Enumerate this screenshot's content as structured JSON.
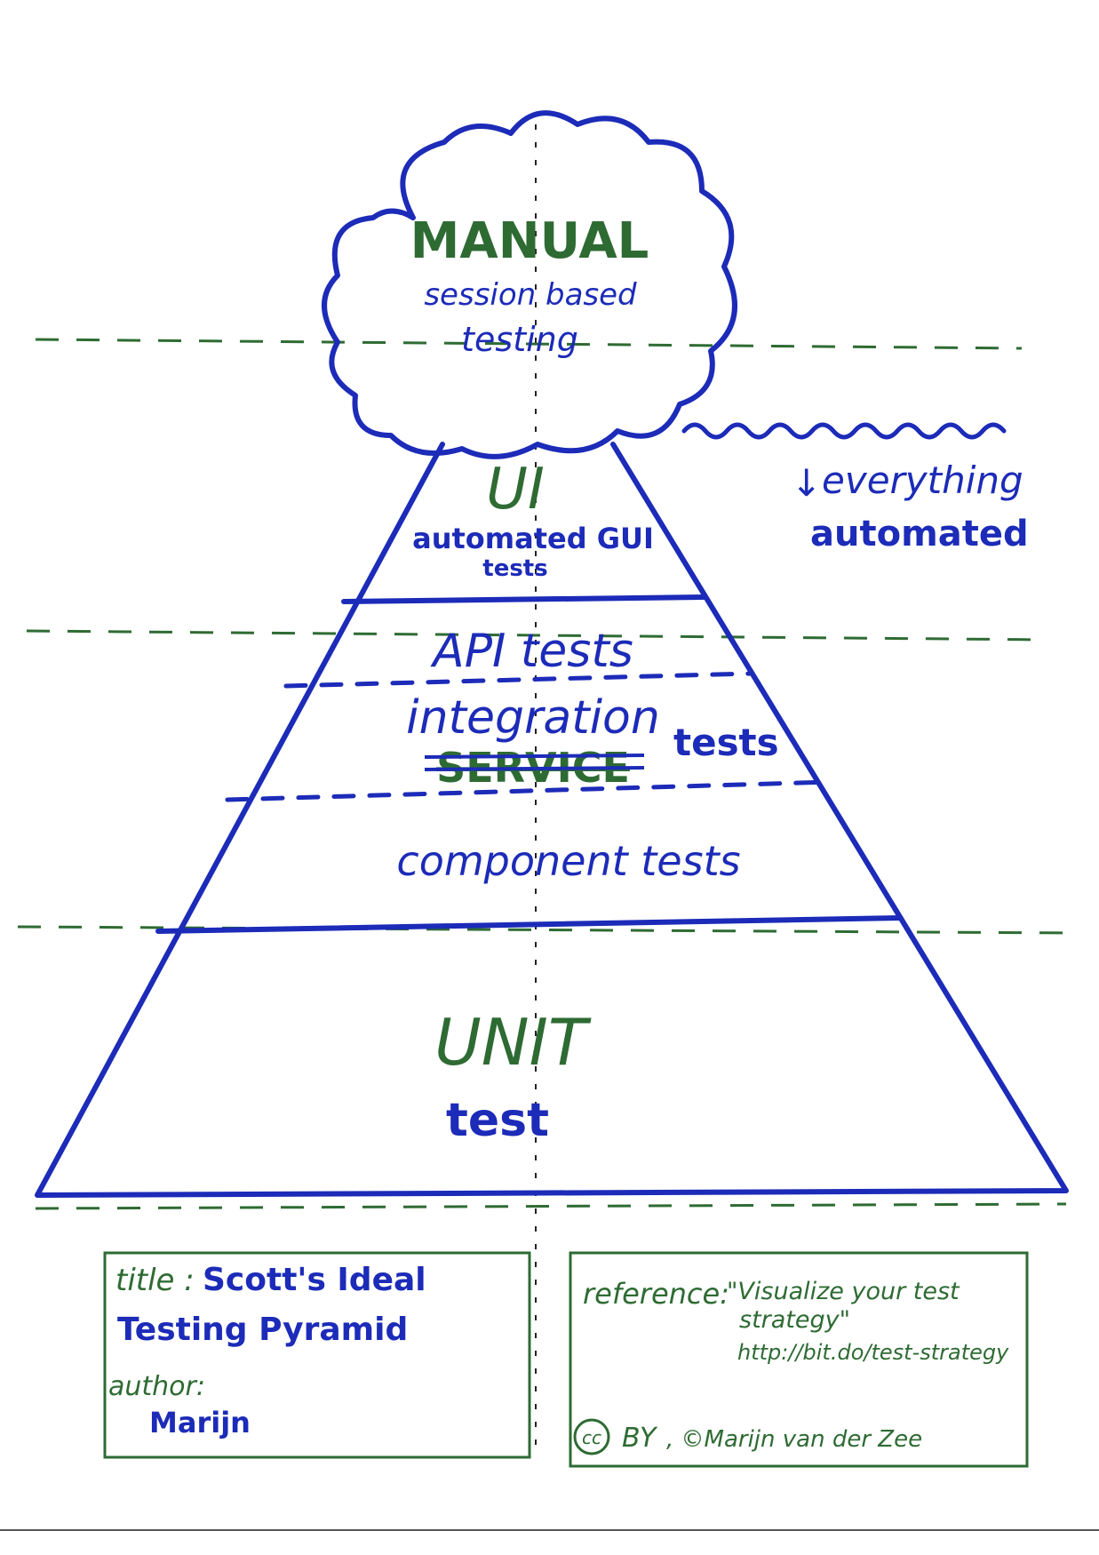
{
  "colors": {
    "blue_ink": "#1c2bb8",
    "green_ink": "#2e6b33",
    "paper": "#ffffff"
  },
  "cloud": {
    "title": "MANUAL",
    "line1": "session based",
    "line2": "testing"
  },
  "everything": {
    "line1": "everything",
    "line2": "automated",
    "arrow": "↓"
  },
  "layers": {
    "ui": {
      "title": "UI",
      "line1": "automated GUI",
      "line2": "tests"
    },
    "api": {
      "label": "API tests"
    },
    "integration": {
      "label": "integration",
      "suffix": "tests",
      "struck": "SERVICE"
    },
    "component": {
      "label": "component tests"
    },
    "unit": {
      "title": "UNIT",
      "subtitle": "test"
    }
  },
  "info_left": {
    "title_key": "title :",
    "title_line1": "Scott's Ideal",
    "title_line2": "Testing Pyramid",
    "author_key": "author:",
    "author_value": "Marijn"
  },
  "info_right": {
    "ref_key": "reference:",
    "ref_line1": "\"Visualize your test",
    "ref_line2": "strategy\"",
    "ref_url": "http://bit.do/test-strategy",
    "license_cc": "cc",
    "license_by": "BY",
    "copyright": ", ©Marijn van der Zee"
  }
}
